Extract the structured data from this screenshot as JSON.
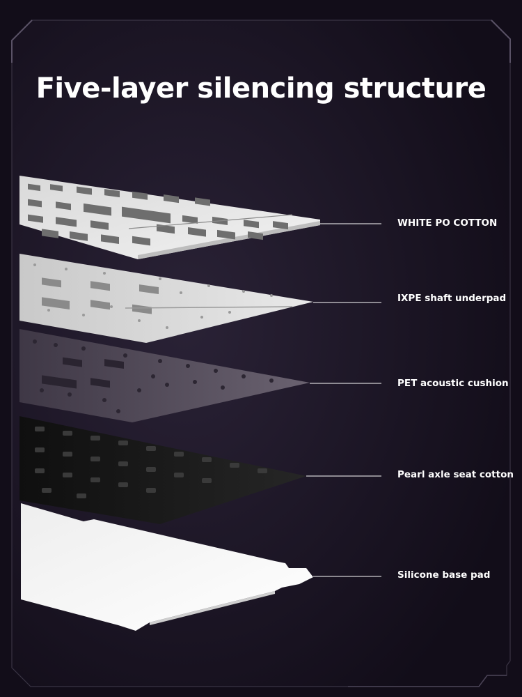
{
  "title": "Five-layer silencing structure",
  "layers": [
    {
      "label": "WHITE PO COTTON",
      "color": "#e6e6e6"
    },
    {
      "label": "IXPE shaft underpad",
      "color": "#dcdcdc"
    },
    {
      "label": "PET acoustic cushion",
      "color": "#4b4452"
    },
    {
      "label": "Pearl axle seat cotton",
      "color": "#151515"
    },
    {
      "label": "Silicone base pad",
      "color": "#f2f2f2"
    }
  ],
  "colors": {
    "background": "#120d19",
    "panel": "#17121f",
    "frame_stroke": "#3a3444",
    "text": "#ffffff"
  }
}
